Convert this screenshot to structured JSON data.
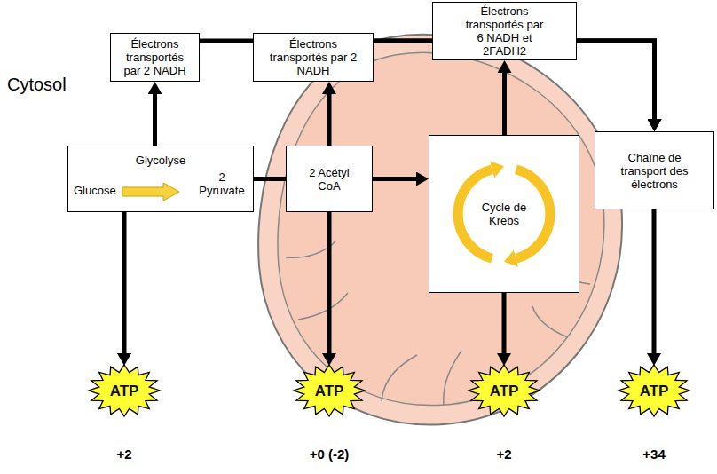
{
  "diagram": {
    "nodes": [
      {
        "text": [
          "Électrons transportés par 2 NADH"
        ]
      },
      {
        "text": [
          "Électrons transportés par 2 NADH"
        ]
      },
      {
        "text": [
          "Électrons transportés par 6 NADH et 2FADH2"
        ]
      },
      {
        "text": [
          "Glycolyse",
          "Glucose",
          "2 Pyruvate"
        ]
      },
      {
        "text": [
          "2 Acétyl CoA"
        ]
      },
      {
        "text": [
          "Cycle de Krebs"
        ]
      },
      {
        "text": [
          "Chaîne de transport des électrons"
        ]
      },
      {
        "text": [
          "ATP"
        ]
      },
      {
        "text": [
          "ATP"
        ]
      },
      {
        "text": [
          "ATP"
        ]
      },
      {
        "text": [
          "ATP"
        ]
      }
    ],
    "edges": [
      {
        "from": 3,
        "to": 0,
        "arrow": "to"
      },
      {
        "from": 3,
        "to": 4,
        "arrow": "none"
      },
      {
        "from": 4,
        "to": 1,
        "arrow": "to"
      },
      {
        "from": 4,
        "to": 5,
        "arrow": "to"
      },
      {
        "from": 5,
        "to": 2,
        "arrow": "to"
      },
      {
        "from": 0,
        "to": 6,
        "arrow": "to"
      },
      {
        "from": 1,
        "to": 6,
        "arrow": "to"
      },
      {
        "from": 2,
        "to": 6,
        "arrow": "to"
      },
      {
        "from": 3,
        "to": 7,
        "arrow": "to"
      },
      {
        "from": 4,
        "to": 8,
        "arrow": "to"
      },
      {
        "from": 5,
        "to": 9,
        "arrow": "to"
      },
      {
        "from": 6,
        "to": 10,
        "arrow": "to"
      }
    ],
    "labels": [
      "Cytosol",
      "+2",
      "+0 (-2)",
      "+2",
      "+34"
    ]
  }
}
